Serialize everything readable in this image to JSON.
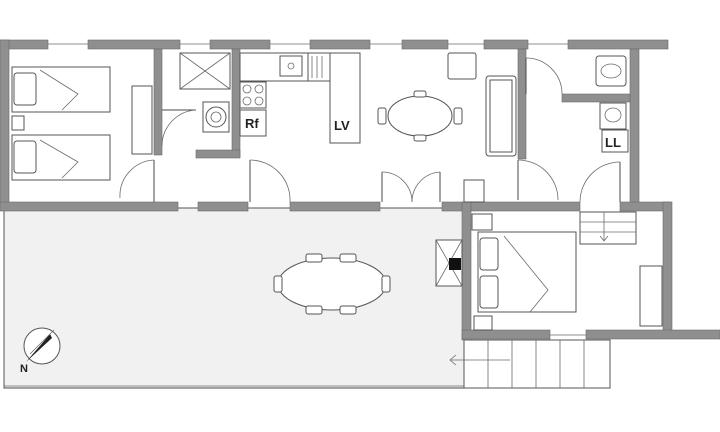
{
  "labels": {
    "refrigerator": "Rf",
    "living": "LV",
    "laundry": "LL",
    "north": "N"
  },
  "colors": {
    "wall": "#8f8f8f",
    "terrace": "#f1f1f1",
    "line": "#4a4a4a"
  },
  "icons": {
    "compass": "north-compass-icon",
    "stove": "stove-icon",
    "toilet": "toilet-icon"
  }
}
